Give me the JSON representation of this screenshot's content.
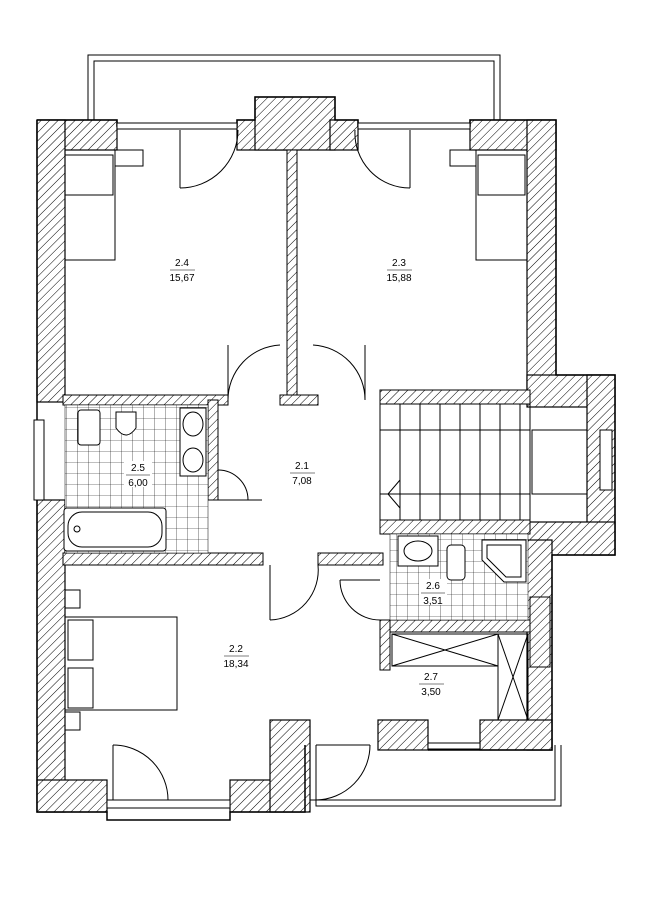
{
  "plan": {
    "rooms": [
      {
        "id": "room-2-4",
        "number": "2.4",
        "area": "15,67"
      },
      {
        "id": "room-2-3",
        "number": "2.3",
        "area": "15,88"
      },
      {
        "id": "room-2-1",
        "number": "2.1",
        "area": "7,08"
      },
      {
        "id": "room-2-5",
        "number": "2.5",
        "area": "6,00"
      },
      {
        "id": "room-2-6",
        "number": "2.6",
        "area": "3,51"
      },
      {
        "id": "room-2-2",
        "number": "2.2",
        "area": "18,34"
      },
      {
        "id": "room-2-7",
        "number": "2.7",
        "area": "3,50"
      }
    ],
    "colors": {
      "wall_line": "#000000",
      "hatch": "#000000",
      "tile_grid": "#000000",
      "background": "#ffffff"
    }
  }
}
